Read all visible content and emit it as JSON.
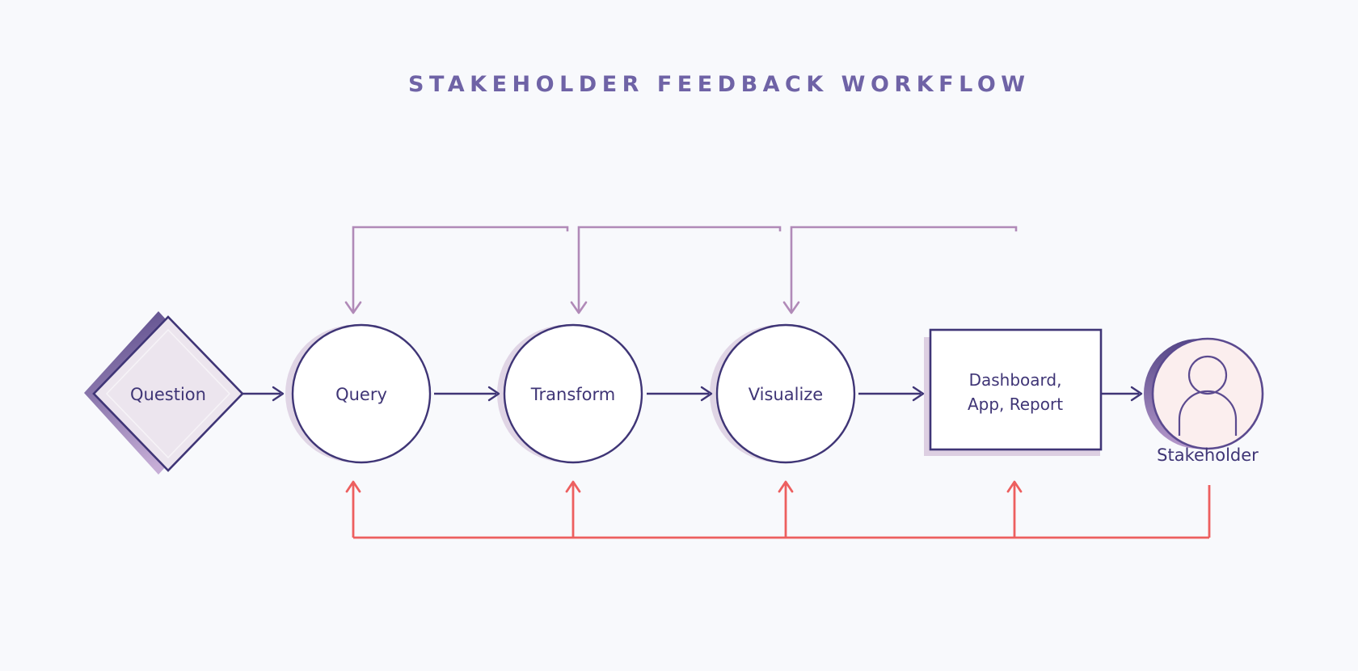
{
  "diagram": {
    "title": "STAKEHOLDER FEEDBACK WORKFLOW",
    "background_color": "#f8f9fc",
    "accent_color": "#3f3576",
    "loop_color": "#b18ab8",
    "feedback_color": "#ed5f5f",
    "nodes": [
      {
        "id": "question",
        "label": "Question",
        "shape": "diamond",
        "fill": "#ece5ee",
        "stroke": "#3f3576"
      },
      {
        "id": "query",
        "label": "Query",
        "shape": "circle",
        "fill": "#ffffff",
        "stroke": "#3f3576"
      },
      {
        "id": "transform",
        "label": "Transform",
        "shape": "circle",
        "fill": "#ffffff",
        "stroke": "#3f3576"
      },
      {
        "id": "visualize",
        "label": "Visualize",
        "shape": "circle",
        "fill": "#ffffff",
        "stroke": "#3f3576"
      },
      {
        "id": "dashboard",
        "label_line1": "Dashboard,",
        "label_line2": "App, Report",
        "shape": "rectangle",
        "fill": "#ffffff",
        "stroke": "#3f3576"
      },
      {
        "id": "stakeholder",
        "label": "Stakeholder",
        "shape": "avatar",
        "fill": "#fbeeee",
        "stroke": "#5b4a8f"
      }
    ],
    "icons": {
      "stakeholder": "person-avatar-icon"
    },
    "edges": [
      {
        "from": "question",
        "to": "query",
        "style": "arrow",
        "color": "#3f3576"
      },
      {
        "from": "query",
        "to": "transform",
        "style": "arrow",
        "color": "#3f3576"
      },
      {
        "from": "transform",
        "to": "visualize",
        "style": "arrow",
        "color": "#3f3576"
      },
      {
        "from": "visualize",
        "to": "dashboard",
        "style": "arrow",
        "color": "#3f3576"
      },
      {
        "from": "dashboard",
        "to": "stakeholder",
        "style": "arrow",
        "color": "#3f3576"
      }
    ],
    "iteration_loops": [
      {
        "label": "",
        "from": "transform",
        "to": "query",
        "color": "#b18ab8"
      },
      {
        "label": "",
        "from": "visualize",
        "to": "transform",
        "color": "#b18ab8"
      },
      {
        "label": "",
        "from": "dashboard",
        "to": "visualize",
        "color": "#b18ab8"
      }
    ],
    "feedback_loop": {
      "from": "stakeholder",
      "to": [
        "query",
        "transform",
        "visualize",
        "dashboard"
      ],
      "color": "#ed5f5f"
    }
  }
}
